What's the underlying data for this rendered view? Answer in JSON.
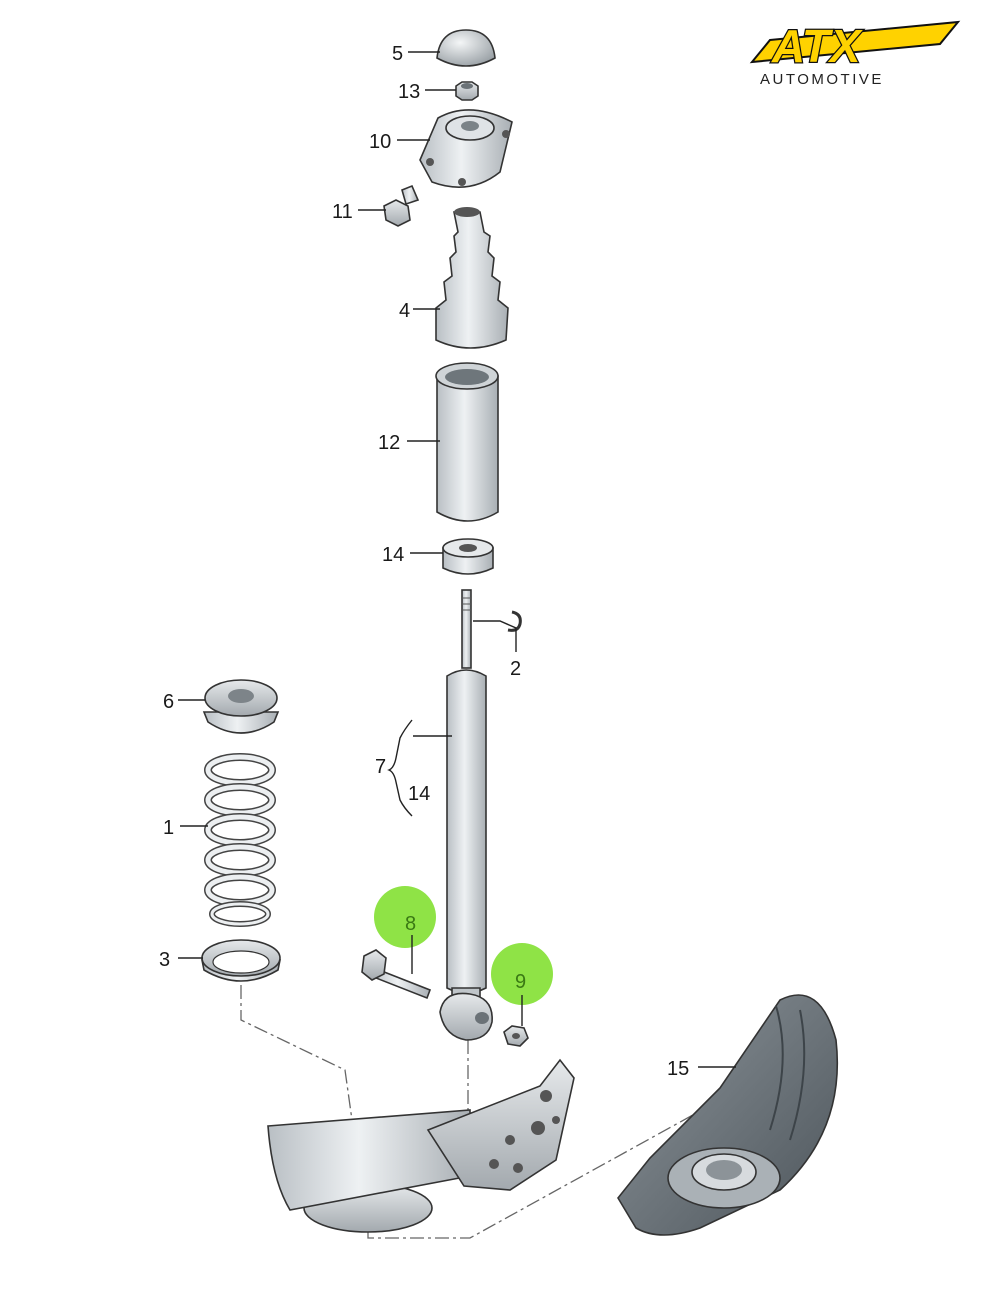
{
  "logo": {
    "brand": "ATX",
    "subtitle": "AUTOMOTIVE",
    "color": "#ffd200"
  },
  "highlight_color": "#8fe346",
  "callouts": {
    "c1": "1",
    "c2": "2",
    "c3": "3",
    "c4": "4",
    "c5": "5",
    "c6": "6",
    "c7": "7",
    "c8": "8",
    "c9": "9",
    "c10": "10",
    "c11": "11",
    "c12": "12",
    "c13": "13",
    "c14a": "14",
    "c14b": "14",
    "c15": "15"
  }
}
